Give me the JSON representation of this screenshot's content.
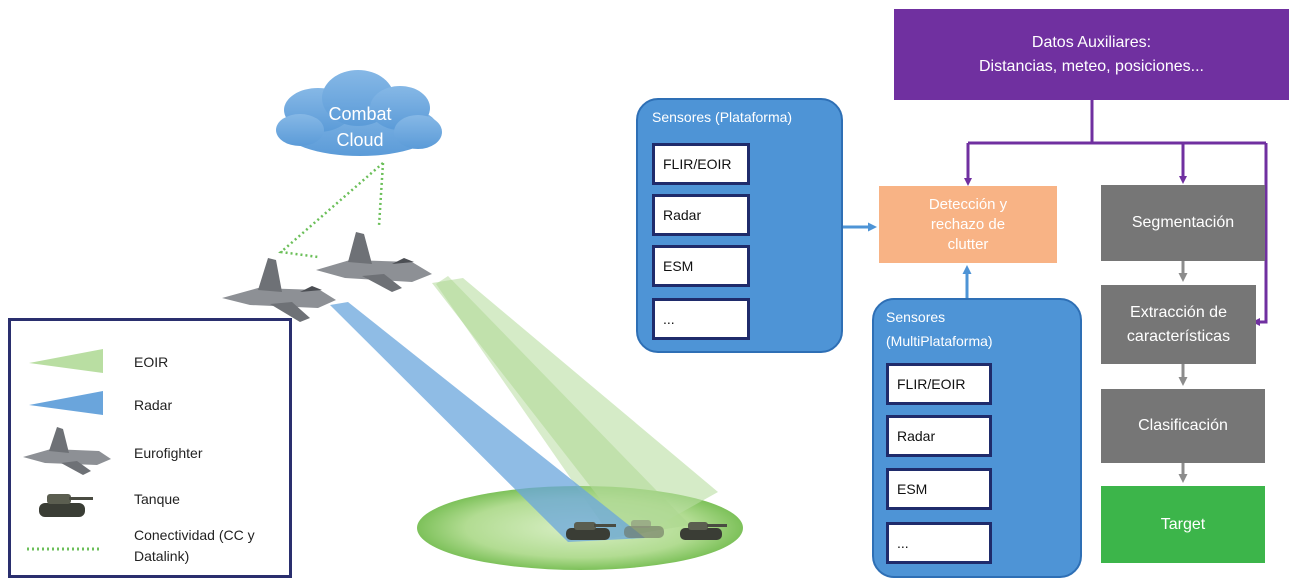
{
  "cloud": {
    "line1": "Combat",
    "line2": "Cloud"
  },
  "aux": {
    "line1": "Datos Auxiliares:",
    "line2": "Distancias, meteo, posiciones..."
  },
  "sensors_platform": {
    "title": "Sensores (Plataforma)",
    "items": [
      "FLIR/EOIR",
      "Radar",
      "ESM",
      "..."
    ]
  },
  "sensors_multi": {
    "title_line1": "Sensores",
    "title_line2": "(MultiPlataforma)",
    "items": [
      "FLIR/EOIR",
      "Radar",
      "ESM",
      "..."
    ]
  },
  "detection": {
    "line1": "Detección y",
    "line2": "rechazo de",
    "line3": "clutter"
  },
  "pipeline": {
    "segmentation": "Segmentación",
    "extraction_line1": "Extracción de",
    "extraction_line2": "características",
    "classification": "Clasificación",
    "target": "Target"
  },
  "legend": {
    "eoir": "EOIR",
    "radar": "Radar",
    "eurofighter": "Eurofighter",
    "tank": "Tanque",
    "connectivity_line1": "Conectividad (CC y",
    "connectivity_line2": "Datalink)"
  },
  "colors": {
    "purple": "#7030a0",
    "blue_panel": "#4e94d6",
    "orange": "#f8b385",
    "grey": "#767676",
    "green": "#3cb54a",
    "navy": "#1f2b6b",
    "eoir_beam": "#b9dea2",
    "radar_beam": "#6aa5dc",
    "arrow_grey": "#8c8c8c",
    "arrow_blue": "#4e94d6"
  },
  "icons": [
    "cloud-icon",
    "eurofighter-icon",
    "tank-icon",
    "beam-icon",
    "arrow-icon"
  ]
}
